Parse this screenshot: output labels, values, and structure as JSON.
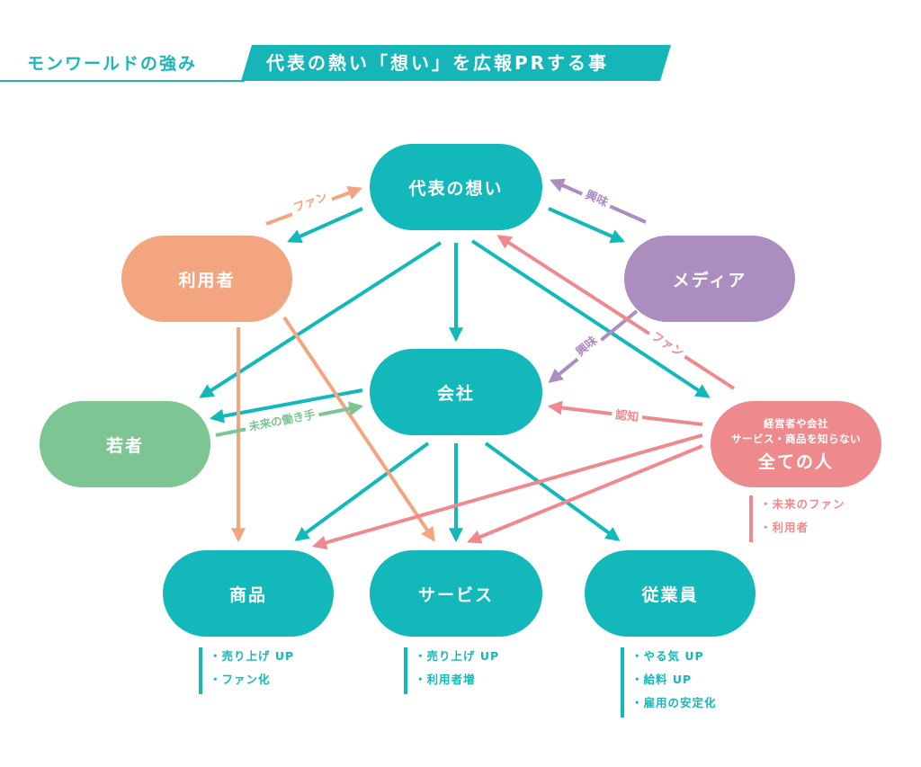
{
  "header": {
    "left_title": "モンワールドの強み",
    "right_title": "代表の熱い「想い」を広報PRする事"
  },
  "nodes": {
    "representative": "代表の想い",
    "users": "利用者",
    "media": "メディア",
    "company": "会社",
    "youth": "若者",
    "everyone_small": [
      "経営者や会社",
      "サービス・商品を知らない"
    ],
    "everyone_big": "全ての人",
    "products": "商品",
    "services": "サービス",
    "employees": "従業員"
  },
  "edge_labels": {
    "fan_top": "ファン",
    "interest_top": "興味",
    "interest_mid": "興味",
    "fan_right": "ファン",
    "recognition": "認知",
    "future_workers": "未来の働き手"
  },
  "notes": {
    "everyone": [
      "・未来のファン",
      "・利用者"
    ],
    "products": [
      "・売り上げ UP",
      "・ファン化"
    ],
    "services": [
      "・売り上げ UP",
      "・利用者増"
    ],
    "employees": [
      "・やる気 UP",
      "・給料 UP",
      "・雇用の安定化"
    ]
  },
  "colors": {
    "teal": "#12b8ba",
    "orange": "#f2a57f",
    "purple": "#ab8dc0",
    "green": "#7ec594",
    "pink": "#ee8a8d"
  }
}
